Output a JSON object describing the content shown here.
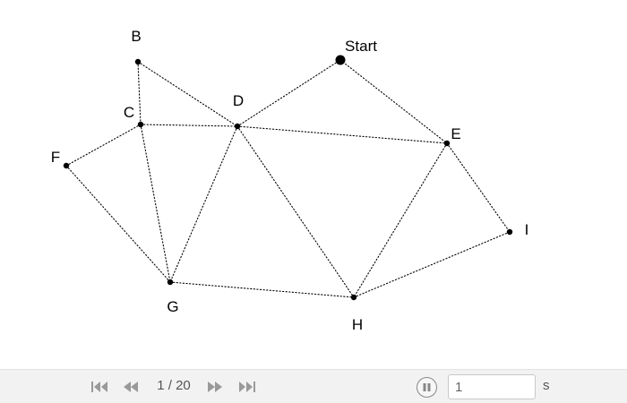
{
  "graph": {
    "nodes": [
      {
        "id": "Start",
        "label": "Start",
        "start": true
      },
      {
        "id": "B",
        "label": "B"
      },
      {
        "id": "C",
        "label": "C"
      },
      {
        "id": "D",
        "label": "D"
      },
      {
        "id": "E",
        "label": "E"
      },
      {
        "id": "F",
        "label": "F"
      },
      {
        "id": "G",
        "label": "G"
      },
      {
        "id": "H",
        "label": "H"
      },
      {
        "id": "I",
        "label": "I"
      }
    ],
    "edges": [
      [
        "B",
        "C"
      ],
      [
        "B",
        "D"
      ],
      [
        "C",
        "D"
      ],
      [
        "C",
        "F"
      ],
      [
        "C",
        "G"
      ],
      [
        "F",
        "G"
      ],
      [
        "D",
        "G"
      ],
      [
        "D",
        "Start"
      ],
      [
        "D",
        "E"
      ],
      [
        "D",
        "H"
      ],
      [
        "Start",
        "E"
      ],
      [
        "E",
        "H"
      ],
      [
        "E",
        "I"
      ],
      [
        "G",
        "H"
      ],
      [
        "H",
        "I"
      ]
    ],
    "edge_style": "dotted",
    "edge_color": "#000000",
    "node_color": "#000000"
  },
  "player": {
    "step_text": "1 / 20",
    "current_step": 1,
    "total_steps": 20,
    "interval_value": "1",
    "unit_label": "s",
    "state": "playing",
    "bar_color": "#f2f2f2",
    "icon_color": "#999999"
  }
}
